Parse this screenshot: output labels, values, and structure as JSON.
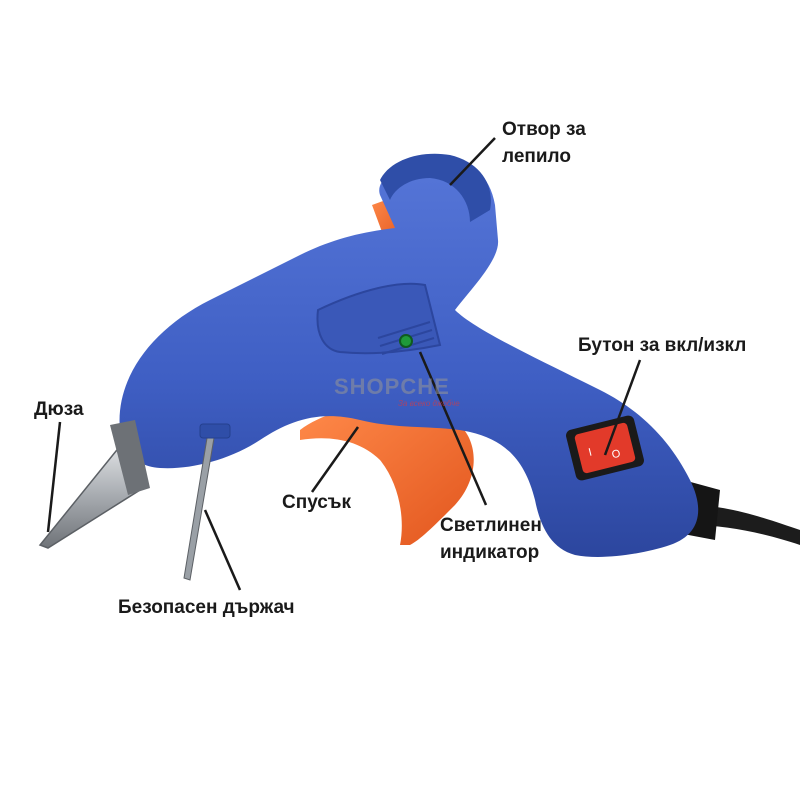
{
  "labels": {
    "glue_opening": {
      "line1": "Отвор за",
      "line2": "лепило"
    },
    "power_button": "Бутон за вкл/изкл",
    "nozzle": "Дюза",
    "trigger": "Спусък",
    "indicator": {
      "line1": "Светлинен",
      "line2": "индикатор"
    },
    "safety_stand": "Безопасен държач"
  },
  "watermark": {
    "brand": "SHOPCHE",
    "tagline": "За всеко джобче"
  },
  "switch_marks": {
    "on": "I",
    "off": "O"
  },
  "colors": {
    "body_blue": "#3f5fc4",
    "body_blue_dark": "#2c469e",
    "trigger_orange": "#f26a2e",
    "switch_red": "#e23a2a",
    "nozzle_metal": "#b8bcc0",
    "cable": "#1c1c1c",
    "indicator_green": "#1f9a3a",
    "leader_line": "#1a1a1a"
  },
  "icons": [
    "glue-gun-illustration",
    "rocker-switch-icon",
    "led-indicator-icon"
  ]
}
